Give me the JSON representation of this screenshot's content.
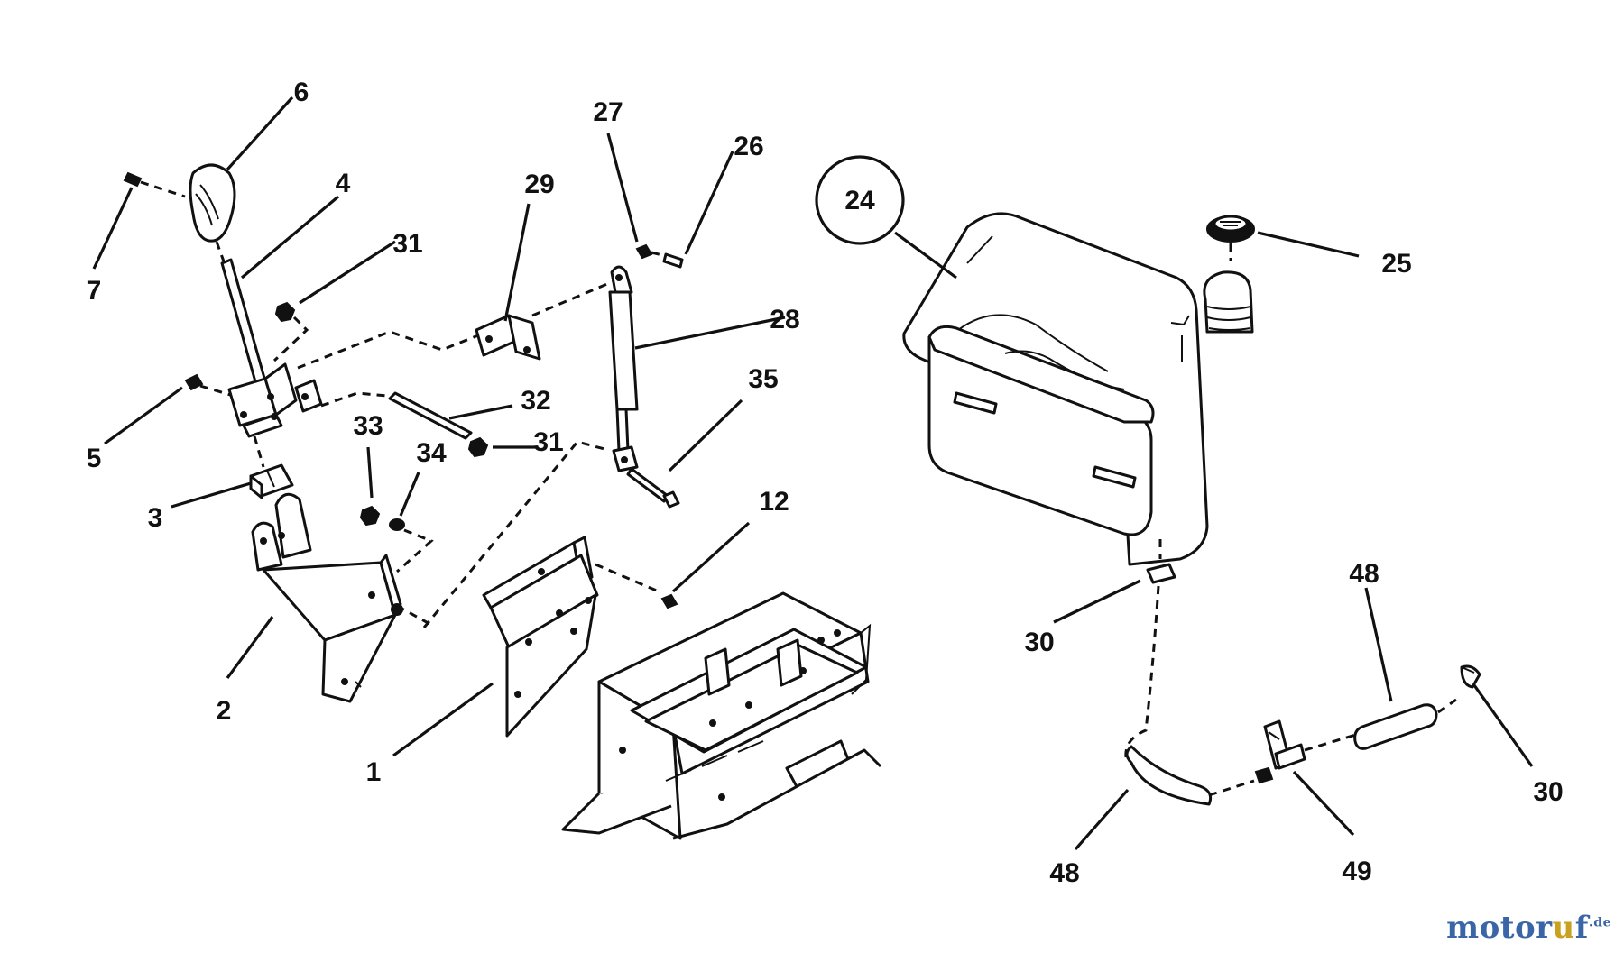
{
  "callouts": {
    "c1": "1",
    "c2": "2",
    "c3": "3",
    "c4": "4",
    "c5": "5",
    "c6": "6",
    "c7": "7",
    "c12": "12",
    "c24": "24",
    "c25": "25",
    "c26": "26",
    "c27": "27",
    "c28": "28",
    "c29": "29",
    "c30a": "30",
    "c30b": "30",
    "c31a": "31",
    "c31b": "31",
    "c32": "32",
    "c33": "33",
    "c34": "34",
    "c35": "35",
    "c48a": "48",
    "c48b": "48",
    "c49": "49"
  },
  "watermark": {
    "main": "motor",
    "accent": "u",
    "end": "f",
    "tld": ".de"
  }
}
